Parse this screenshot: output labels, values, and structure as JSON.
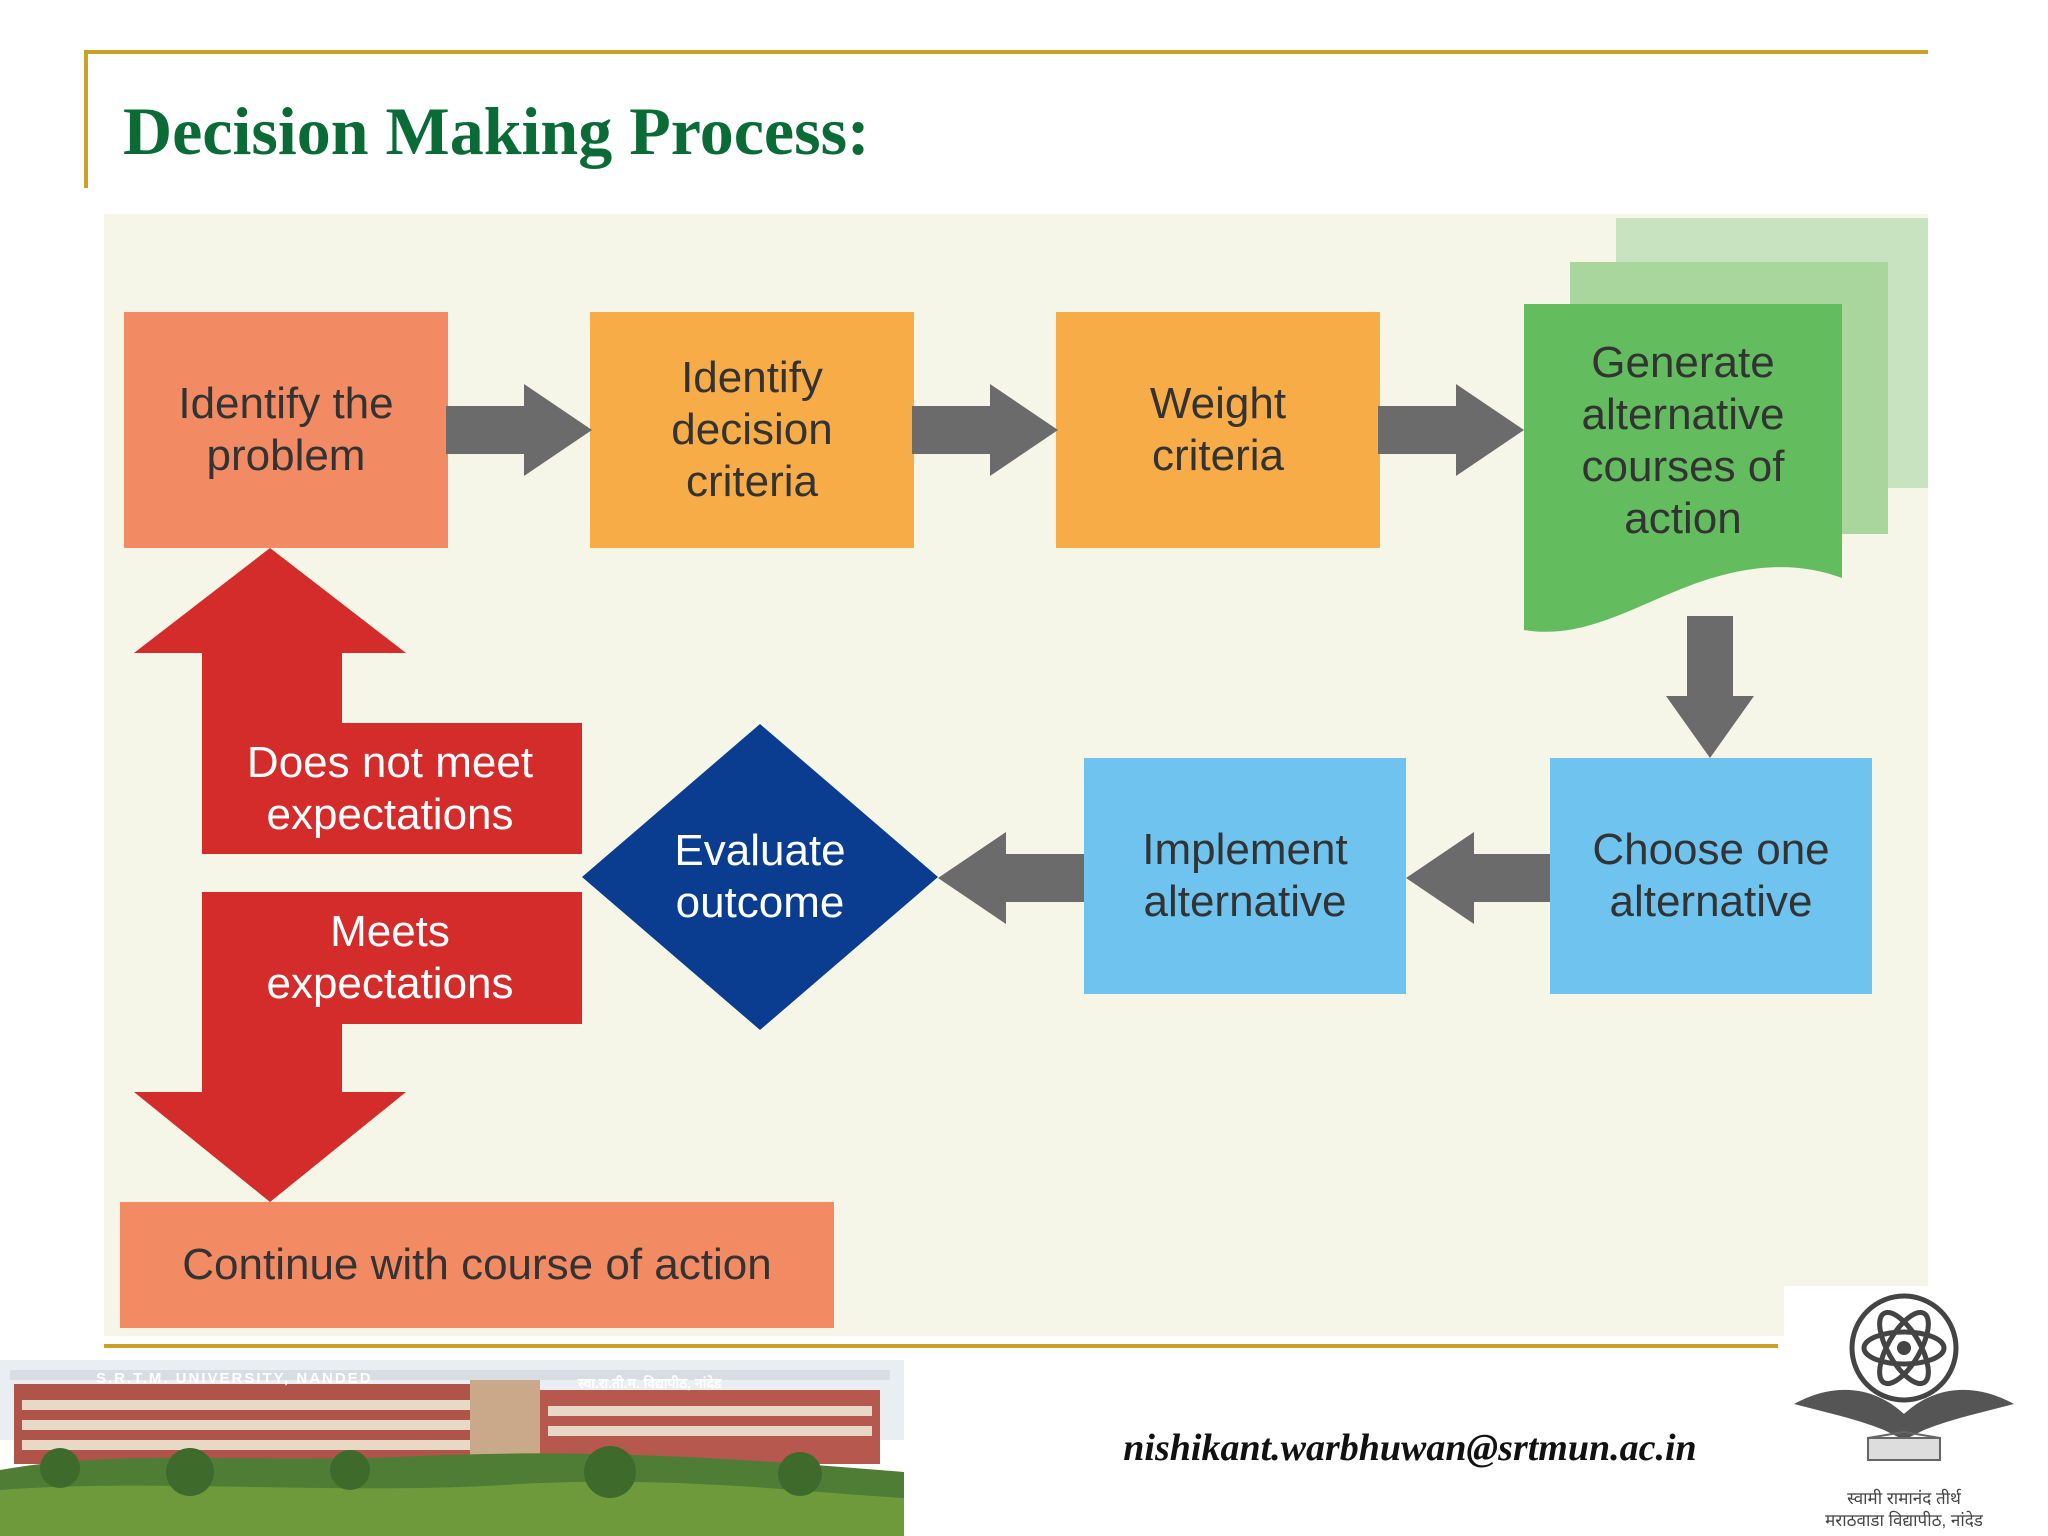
{
  "slide": {
    "title": "Decision Making Process:",
    "email": "nishikant.warbhuwan@srtmun.ac.in",
    "banner_text_left": "S.R.T.M. UNIVERSITY, NANDED",
    "banner_text_right": "स्वा.रा.ती.म. विद्यापीठ, नांदेड",
    "logo_text_line1": "स्वामी रामानंद तीर्थ",
    "logo_text_line2": "मराठवाडा विद्यापीठ, नांदेड"
  },
  "diagram": {
    "step_identify_problem": "Identify the\nproblem",
    "step_identify_criteria": "Identify\ndecision\ncriteria",
    "step_weight_criteria": "Weight\ncriteria",
    "step_generate_alternatives": "Generate\nalternative\ncourses of\naction",
    "step_choose_one": "Choose one\nalternative",
    "step_implement": "Implement\nalternative",
    "step_evaluate": "Evaluate\noutcome",
    "label_not_meet": "Does not meet\nexpectations",
    "label_meets": "Meets\nexpectations",
    "step_continue": "Continue with course of action"
  },
  "colors": {
    "title_green": "#0b6b37",
    "rule_gold": "#c9a227",
    "salmon": "#f28a63",
    "orange": "#f7ac48",
    "green": "#63bd5f",
    "blue": "#6ec4ee",
    "navy": "#0a3d8f",
    "red": "#d42b2b",
    "arrow_gray": "#6b6b6b"
  }
}
